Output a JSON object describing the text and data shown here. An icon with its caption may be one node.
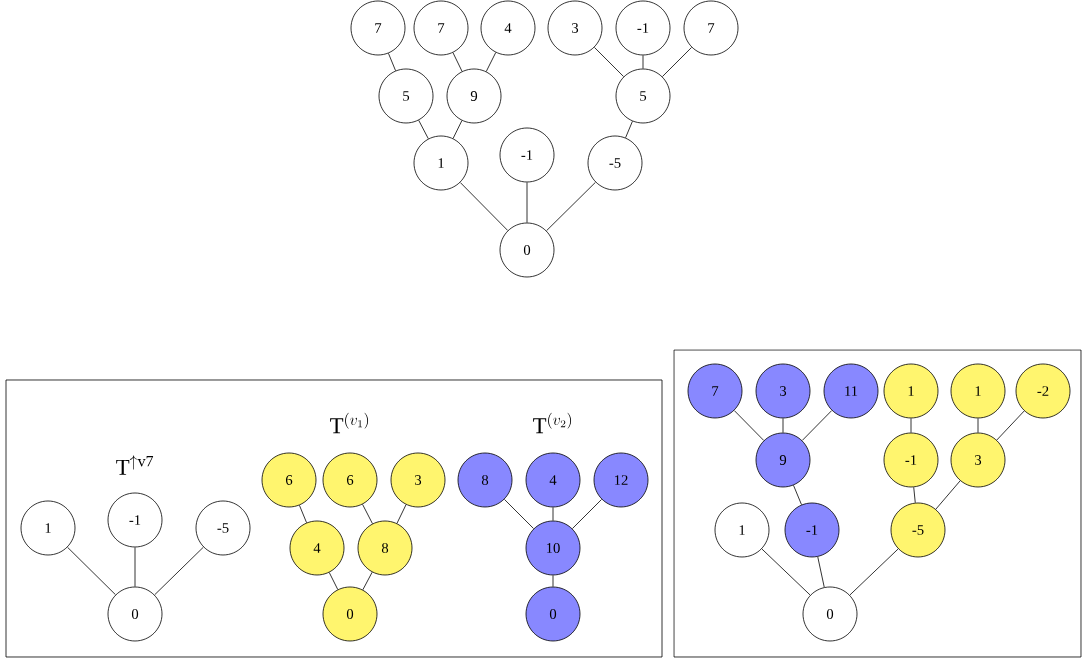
{
  "diagram": {
    "nodes": [
      {
        "text": [
          "7"
        ]
      },
      {
        "text": [
          "7"
        ]
      },
      {
        "text": [
          "4"
        ]
      },
      {
        "text": [
          "3"
        ]
      },
      {
        "text": [
          "-1"
        ]
      },
      {
        "text": [
          "7"
        ]
      },
      {
        "text": [
          "5"
        ]
      },
      {
        "text": [
          "9"
        ]
      },
      {
        "text": [
          "5"
        ]
      },
      {
        "text": [
          "1"
        ]
      },
      {
        "text": [
          "-1"
        ]
      },
      {
        "text": [
          "-5"
        ]
      },
      {
        "text": [
          "0"
        ]
      },
      {
        "text": [],
        "shape": "box"
      },
      {
        "text": [
          "1"
        ],
        "in": 13
      },
      {
        "text": [
          "-1"
        ],
        "in": 13
      },
      {
        "text": [
          "-5"
        ],
        "in": 13
      },
      {
        "text": [
          "0"
        ],
        "in": 13
      },
      {
        "text": [
          "6"
        ],
        "in": 13
      },
      {
        "text": [
          "6"
        ],
        "in": 13
      },
      {
        "text": [
          "3"
        ],
        "in": 13
      },
      {
        "text": [
          "4"
        ],
        "in": 13
      },
      {
        "text": [
          "8"
        ],
        "in": 13
      },
      {
        "text": [
          "0"
        ],
        "in": 13
      },
      {
        "text": [
          "8"
        ],
        "in": 13
      },
      {
        "text": [
          "4"
        ],
        "in": 13
      },
      {
        "text": [
          "12"
        ],
        "in": 13
      },
      {
        "text": [
          "10"
        ],
        "in": 13
      },
      {
        "text": [
          "0"
        ],
        "in": 13
      },
      {
        "text": [],
        "shape": "box"
      },
      {
        "text": [
          "7"
        ],
        "in": 29
      },
      {
        "text": [
          "3"
        ],
        "in": 29
      },
      {
        "text": [
          "11"
        ],
        "in": 29
      },
      {
        "text": [
          "1"
        ],
        "in": 29
      },
      {
        "text": [
          "1"
        ],
        "in": 29
      },
      {
        "text": [
          "-2"
        ],
        "in": 29
      },
      {
        "text": [
          "9"
        ],
        "in": 29
      },
      {
        "text": [
          "-1"
        ],
        "in": 29
      },
      {
        "text": [
          "3"
        ],
        "in": 29
      },
      {
        "text": [
          "1"
        ],
        "in": 29
      },
      {
        "text": [
          "-1"
        ],
        "in": 29
      },
      {
        "text": [
          "-5"
        ],
        "in": 29
      },
      {
        "text": [
          "0"
        ],
        "in": 29
      }
    ],
    "edges": [
      {
        "from": 0,
        "to": 6,
        "arrow": "none"
      },
      {
        "from": 1,
        "to": 7,
        "arrow": "none"
      },
      {
        "from": 2,
        "to": 7,
        "arrow": "none"
      },
      {
        "from": 6,
        "to": 9,
        "arrow": "none"
      },
      {
        "from": 7,
        "to": 9,
        "arrow": "none"
      },
      {
        "from": 3,
        "to": 8,
        "arrow": "none"
      },
      {
        "from": 4,
        "to": 8,
        "arrow": "none"
      },
      {
        "from": 5,
        "to": 8,
        "arrow": "none"
      },
      {
        "from": 8,
        "to": 11,
        "arrow": "none"
      },
      {
        "from": 9,
        "to": 12,
        "arrow": "none"
      },
      {
        "from": 10,
        "to": 12,
        "arrow": "none"
      },
      {
        "from": 11,
        "to": 12,
        "arrow": "none"
      },
      {
        "from": 14,
        "to": 17,
        "arrow": "none"
      },
      {
        "from": 15,
        "to": 17,
        "arrow": "none"
      },
      {
        "from": 16,
        "to": 17,
        "arrow": "none"
      },
      {
        "from": 18,
        "to": 21,
        "arrow": "none"
      },
      {
        "from": 19,
        "to": 22,
        "arrow": "none"
      },
      {
        "from": 20,
        "to": 22,
        "arrow": "none"
      },
      {
        "from": 21,
        "to": 23,
        "arrow": "none"
      },
      {
        "from": 22,
        "to": 23,
        "arrow": "none"
      },
      {
        "from": 24,
        "to": 27,
        "arrow": "none"
      },
      {
        "from": 25,
        "to": 27,
        "arrow": "none"
      },
      {
        "from": 26,
        "to": 27,
        "arrow": "none"
      },
      {
        "from": 27,
        "to": 28,
        "arrow": "none"
      },
      {
        "from": 30,
        "to": 36,
        "arrow": "none"
      },
      {
        "from": 31,
        "to": 36,
        "arrow": "none"
      },
      {
        "from": 32,
        "to": 36,
        "arrow": "none"
      },
      {
        "from": 36,
        "to": 40,
        "arrow": "none"
      },
      {
        "from": 33,
        "to": 37,
        "arrow": "none"
      },
      {
        "from": 34,
        "to": 38,
        "arrow": "none"
      },
      {
        "from": 35,
        "to": 38,
        "arrow": "none"
      },
      {
        "from": 37,
        "to": 41,
        "arrow": "none"
      },
      {
        "from": 38,
        "to": 41,
        "arrow": "none"
      },
      {
        "from": 39,
        "to": 42,
        "arrow": "none"
      },
      {
        "from": 40,
        "to": 42,
        "arrow": "none"
      },
      {
        "from": 41,
        "to": 42,
        "arrow": "none"
      }
    ],
    "labels": [
      "\\mathrm{T}^{(v_1)}",
      "\\mathrm{T}^{(v_2)}",
      "\\mathrm{T}^{\\uparrow \\mathrm{v7}}"
    ]
  }
}
